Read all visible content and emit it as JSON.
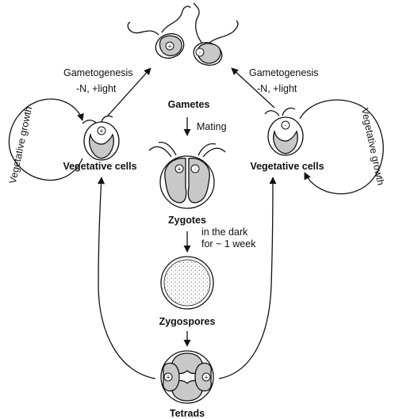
{
  "labels": {
    "gametes": "Gametes",
    "mating": "Mating",
    "zygotes": "Zygotes",
    "dark_line1": "in the dark",
    "dark_line2": "for ~ 1 week",
    "zygospores": "Zygospores",
    "tetrads": "Tetrads",
    "veg_left": "Vegetative cells",
    "veg_right": "Vegetative cells",
    "gameto_left": "Gametogenesis",
    "gameto_right": "Gametogenesis",
    "cond_left": "-N, +light",
    "cond_right": "-N, +light",
    "growth_left": "Vegetative growth",
    "growth_right": "Vegetative growth"
  },
  "mating_types": {
    "plus": "+",
    "minus": "-"
  }
}
